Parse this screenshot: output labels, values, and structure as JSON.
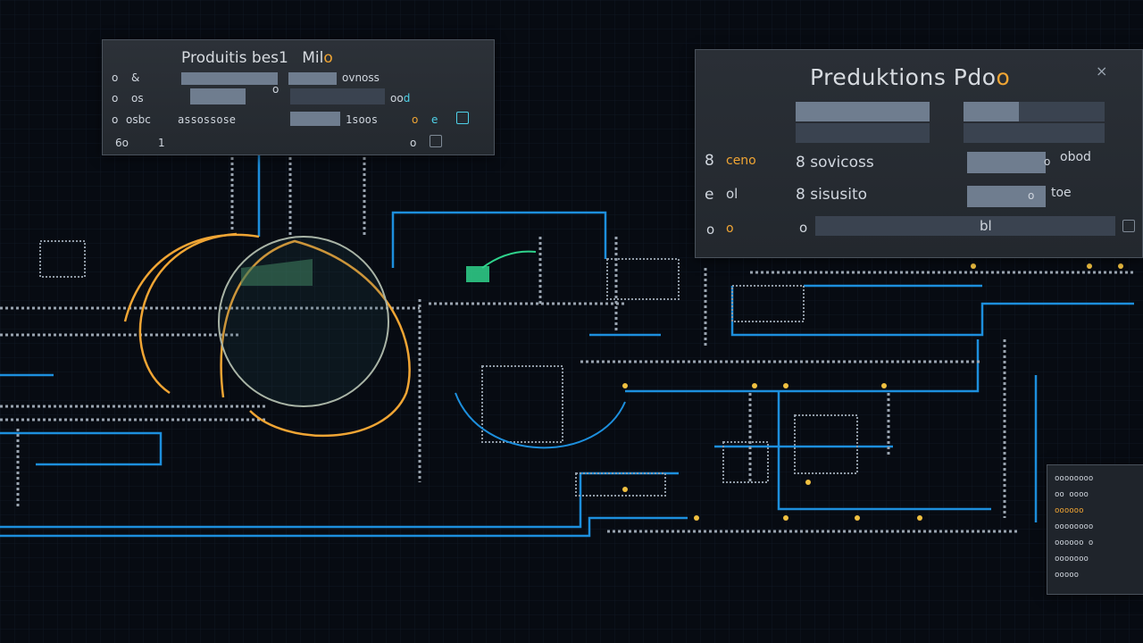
{
  "panel_left": {
    "title_parts": [
      "Produitis bes1",
      "Mil",
      "o"
    ],
    "rows": [
      {
        "label": "o",
        "label2": "&",
        "value": "o",
        "value2": "ovnoss"
      },
      {
        "label": "o",
        "label2": "os",
        "value": "oo",
        "value2": "d"
      },
      {
        "label": "o",
        "label2": "osbc",
        "value": "assossose",
        "value2": "1soos",
        "value3": "o",
        "value4": "e"
      },
      {
        "label": "6o",
        "label2": "1",
        "value": "o"
      }
    ]
  },
  "panel_right": {
    "title": "Preduktions Pdo",
    "title_tail": "o",
    "close": "×",
    "rows": [
      {
        "icon": "8",
        "label": "ceno",
        "name": "8 sovicoss",
        "value": "o",
        "side": "obod"
      },
      {
        "icon": "e",
        "label": "ol",
        "name": "8 sisusito",
        "value": "o",
        "side": "toe"
      },
      {
        "icon": "o",
        "label": "o",
        "name": "o",
        "value": "bl",
        "side": ""
      }
    ]
  },
  "panel_small": {
    "rows": [
      "oooooooo",
      "oo oooo",
      "oooooo",
      "oooooooo",
      "oooooo o",
      "ooooooo",
      "ooooo"
    ]
  },
  "colors": {
    "background": "#070b12",
    "circuit_blue": "#1d8fdd",
    "circuit_orange": "#f0a534",
    "node_green": "#2fd38c",
    "panel_bg": "#2a2f36"
  }
}
